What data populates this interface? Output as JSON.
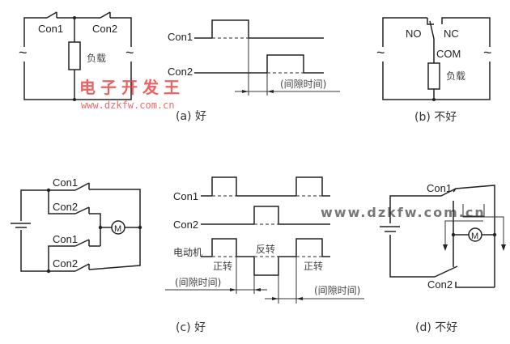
{
  "figure_a": {
    "caption": "(a) 好",
    "switch1_label": "Con1",
    "switch2_label": "Con2",
    "load_label": "负载",
    "ac_symbol_left": "~",
    "ac_symbol_right": "~",
    "timing": {
      "con1_label": "Con1",
      "con2_label": "Con2",
      "gap_label": "(间隙时间)"
    }
  },
  "figure_b": {
    "caption": "(b) 不好",
    "no_label": "NO",
    "nc_label": "NC",
    "com_label": "COM",
    "load_label": "负载",
    "ac_symbol_left": "~",
    "ac_symbol_right": "~"
  },
  "figure_c": {
    "caption": "(c) 好",
    "switch_labels": [
      "Con1",
      "Con2",
      "Con1",
      "Con2"
    ],
    "motor_label": "M",
    "timing": {
      "con1_label": "Con1",
      "con2_label": "Con2",
      "motor_label": "电动机",
      "forward_label_1": "正转",
      "reverse_label": "反转",
      "forward_label_2": "正转",
      "gap_label_1": "(间隙时间)",
      "gap_label_2": "(间隙时间)"
    }
  },
  "figure_d": {
    "caption": "(d) 不好",
    "switch1_label": "Con1",
    "switch2_label": "Con2",
    "motor_label": "M"
  },
  "watermarks": {
    "red_title": "电子开发王",
    "red_url": "www.dzkfw.com.cn",
    "gray_url": "www.dzkfw.com.cn"
  }
}
